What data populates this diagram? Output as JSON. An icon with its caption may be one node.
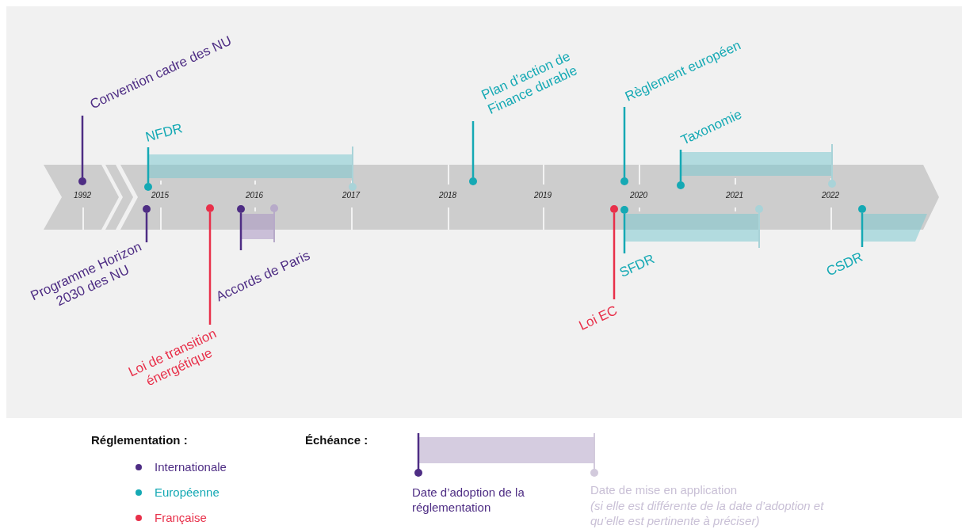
{
  "diagram": {
    "nodes": [
      {
        "text": [
          "Convention cadre des NU"
        ]
      },
      {
        "text": [
          "NFDR"
        ]
      },
      {
        "text": [
          "Plan d’action de Finance durable"
        ]
      },
      {
        "text": [
          "Règlement européen"
        ]
      },
      {
        "text": [
          "Taxonomie"
        ]
      },
      {
        "text": [
          "Programme Horizon 2030 des NU"
        ]
      },
      {
        "text": [
          "Loi de transition énergétique"
        ]
      },
      {
        "text": [
          "Accords de Paris"
        ]
      },
      {
        "text": [
          "Loi EC"
        ]
      },
      {
        "text": [
          "SFDR"
        ]
      },
      {
        "text": [
          "CSDR"
        ]
      },
      {
        "text": [],
        "shape": "circle"
      },
      {
        "text": [],
        "shape": "circle"
      },
      {
        "text": [],
        "shape": "circle"
      },
      {
        "text": [],
        "shape": "circle"
      },
      {
        "text": [],
        "shape": "circle"
      },
      {
        "text": [],
        "shape": "circle"
      },
      {
        "text": [],
        "shape": "circle"
      },
      {
        "text": [],
        "shape": "circle"
      },
      {
        "text": [],
        "shape": "circle"
      },
      {
        "text": [],
        "shape": "circle"
      },
      {
        "text": [],
        "shape": "circle"
      },
      {
        "text": [],
        "shape": "bar"
      },
      {
        "text": [],
        "shape": "bar"
      },
      {
        "text": [],
        "shape": "bar"
      },
      {
        "text": [],
        "shape": "bar"
      },
      {
        "text": [],
        "shape": "bar"
      },
      {
        "text": [],
        "shape": "bar"
      }
    ],
    "edges": [
      {
        "from": 0,
        "to": 11,
        "arrow": "none",
        "color": "#4e2d84"
      },
      {
        "from": 1,
        "to": 12,
        "arrow": "none"
      },
      {
        "from": 2,
        "to": 13,
        "arrow": "none"
      },
      {
        "from": 3,
        "to": 14,
        "arrow": "none"
      },
      {
        "from": 4,
        "to": 15,
        "arrow": "none"
      },
      {
        "from": 5,
        "to": 16,
        "arrow": "none",
        "color": "#4e2d84"
      },
      {
        "from": 6,
        "to": 17,
        "arrow": "none",
        "color": "#e8304a"
      },
      {
        "from": 7,
        "to": 18,
        "arrow": "none",
        "color": "#4e2d84"
      },
      {
        "from": 8,
        "to": 19,
        "arrow": "none",
        "color": "#e8304a"
      },
      {
        "from": 9,
        "to": 20,
        "arrow": "none"
      },
      {
        "from": 10,
        "to": 21,
        "arrow": "none"
      }
    ],
    "labels": [
      "1992",
      "2015",
      "2016",
      "2017",
      "2018",
      "2019",
      "2020",
      "2021",
      "2022",
      "Réglementation :",
      "Échéance :",
      "Date d’adoption de la réglementation",
      "Date de mise en application",
      "(si elle est différente de la date d’adoption et qu’elle est pertinente à préciser)"
    ],
    "legend": [
      {
        "text": "Internationale",
        "color": "#4e2d84"
      },
      {
        "text": "Européenne",
        "color": "#15a9b4"
      },
      {
        "text": "Française",
        "color": "#e8304a"
      }
    ]
  }
}
